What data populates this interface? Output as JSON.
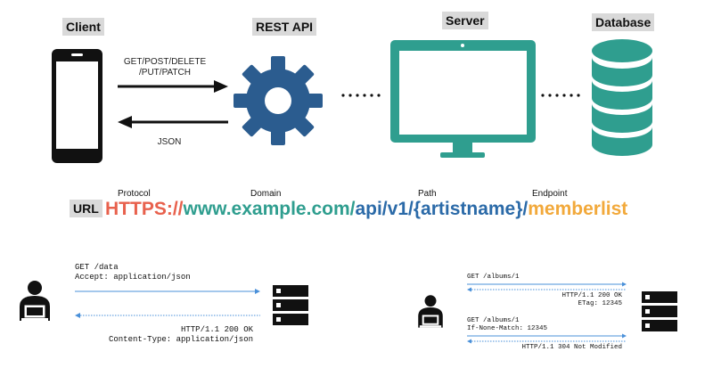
{
  "top": {
    "client_label": "Client",
    "api_label": "REST API",
    "server_label": "Server",
    "database_label": "Database",
    "request_label_1": "GET/POST/DELETE",
    "request_label_2": "/PUT/PATCH",
    "response_label": "JSON"
  },
  "url": {
    "tag": "URL",
    "protocol_label": "Protocol",
    "domain_label": "Domain",
    "path_label": "Path",
    "endpoint_label": "Endpoint",
    "protocol": "HTTPS://",
    "domain": "www.example.com/",
    "path": "api/v1/",
    "param": "{artistname}",
    "slash": "/",
    "endpoint": "memberlist"
  },
  "left_exchange": {
    "request_line_1": "GET /data",
    "request_line_2": "Accept: application/json",
    "response_line_1": "HTTP/1.1 200 OK",
    "response_line_2": "Content-Type: application/json"
  },
  "right_exchange": {
    "req1": "GET /albums/1",
    "resp1_line_1": "HTTP/1.1 200 OK",
    "resp1_line_2": "ETag: 12345",
    "req2_line_1": "GET /albums/1",
    "req2_line_2": "If-None-Match: 12345",
    "resp2": "HTTP/1.1 304 Not Modified"
  },
  "colors": {
    "protocol": "#e8614d",
    "domain": "#2f9e8f",
    "path": "#2b6aa8",
    "param": "#2b6aa8",
    "endpoint": "#f2a93b",
    "gear": "#2b5c8f",
    "monitor": "#2f9e8f",
    "database": "#2f9e8f"
  }
}
